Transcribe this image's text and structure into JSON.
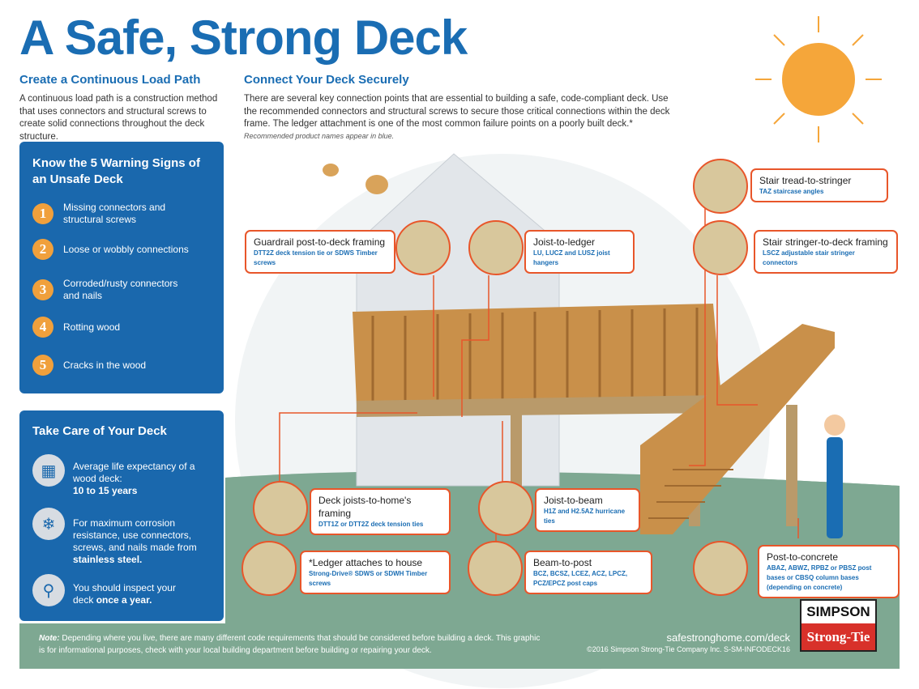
{
  "title": "A Safe, Strong Deck",
  "left": {
    "heading": "Create a Continuous Load Path",
    "text": "A continuous load path is a construction method that uses connectors and structural screws to create solid connections throughout the deck structure."
  },
  "center": {
    "heading": "Connect Your Deck Securely",
    "text": "There are several key connection points that are essential to building a safe, code-compliant deck. Use the recommended connectors and structural screws to secure those critical connections within the deck frame. The ledger attachment is one of the most common failure points on a poorly built deck.*",
    "note": "Recommended product names appear in blue."
  },
  "warning": {
    "heading": "Know the 5 Warning Signs of an Unsafe Deck",
    "items": [
      {
        "n": "1",
        "text": "Missing connectors and structural screws"
      },
      {
        "n": "2",
        "text": "Loose or wobbly connections"
      },
      {
        "n": "3",
        "text": "Corroded/rusty connectors and nails"
      },
      {
        "n": "4",
        "text": "Rotting wood"
      },
      {
        "n": "5",
        "text": "Cracks in the wood"
      }
    ]
  },
  "care": {
    "heading": "Take Care of Your Deck",
    "items": [
      {
        "icon": "calendar-icon",
        "text": "Average life expectancy of a wood deck:",
        "bold": "10 to 15 years"
      },
      {
        "icon": "snowflake-wind-icon",
        "text": "For maximum corrosion resistance, use connectors, screws, and nails made from",
        "bold": "stainless steel."
      },
      {
        "icon": "magnifier-icon",
        "text": "You should inspect your deck",
        "bold": "once a year."
      }
    ]
  },
  "callouts": [
    {
      "title": "Guardrail post-to-deck framing",
      "products": "DTT2Z deck tension tie or SDWS Timber screws"
    },
    {
      "title": "Joist-to-ledger",
      "products": "LU, LUCZ and LUSZ joist hangers"
    },
    {
      "title": "Stair tread-to-stringer",
      "products": "TAZ staircase angles"
    },
    {
      "title": "Stair stringer-to-deck framing",
      "products": "LSCZ adjustable stair stringer connectors"
    },
    {
      "title": "Deck joists-to-home's framing",
      "products": "DTT1Z or DTT2Z deck tension ties"
    },
    {
      "title": "Joist-to-beam",
      "products": "H1Z and H2.5AZ hurricane ties"
    },
    {
      "title": "*Ledger attaches to house",
      "products": "Strong-Drive® SDWS or SDWH Timber screws"
    },
    {
      "title": "Beam-to-post",
      "products": "BCZ, BCSZ, LCEZ, ACZ, LPCZ, PCZ/EPCZ post caps"
    },
    {
      "title": "Post-to-concrete",
      "products": "ABAZ, ABWZ, RPBZ or PBSZ post bases or CBSQ column bases (depending on concrete)"
    }
  ],
  "footer": {
    "note_label": "Note:",
    "note": " Depending where you live, there are many different code requirements that should be considered before building a deck. This graphic is for informational purposes, check with your local building department before building or repairing your deck.",
    "url": "safestronghome.com/deck",
    "copyright": "©2016 Simpson Strong-Tie Company Inc. S-SM-INFODECK16"
  },
  "logo": {
    "top": "SIMPSON",
    "bottom": "Strong-Tie"
  },
  "colors": {
    "blue": "#1a6db3",
    "orange": "#e8562a",
    "sun": "#f5a63a",
    "ground": "#7ea892"
  }
}
